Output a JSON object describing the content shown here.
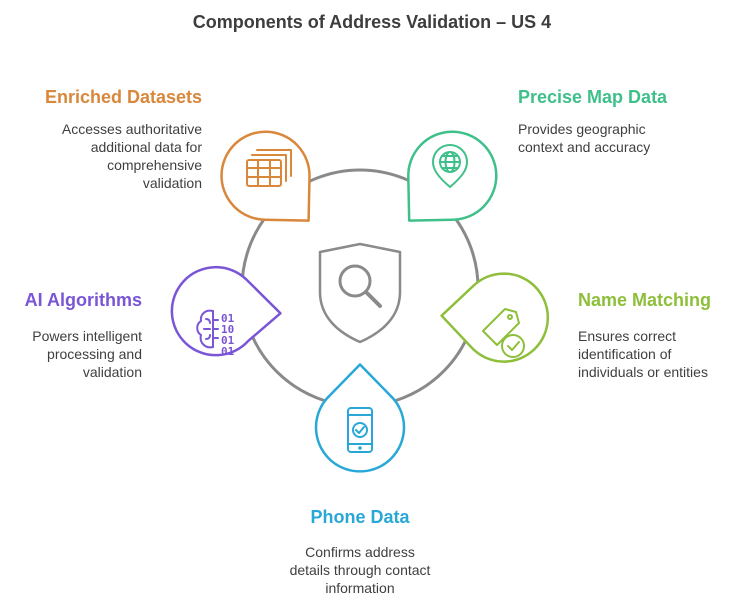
{
  "title": "Components of Address Validation – US 4",
  "components": [
    {
      "id": "enriched",
      "label": "Enriched Datasets",
      "description": [
        "Accesses authoritative",
        "additional data for",
        "comprehensive",
        "validation"
      ],
      "color": "#d9873a",
      "icon": "table-icon"
    },
    {
      "id": "map",
      "label": "Precise Map Data",
      "description": [
        "Provides geographic",
        "context and accuracy"
      ],
      "color": "#3fc08a",
      "icon": "globe-pin-icon"
    },
    {
      "id": "name",
      "label": "Name Matching",
      "description": [
        "Ensures correct",
        "identification of",
        "individuals or entities"
      ],
      "color": "#8dbf3a",
      "icon": "tag-check-icon"
    },
    {
      "id": "phone",
      "label": "Phone Data",
      "description": [
        "Confirms address",
        "details through contact",
        "information"
      ],
      "color": "#29a8d8",
      "icon": "phone-check-icon"
    },
    {
      "id": "ai",
      "label": "AI Algorithms",
      "description": [
        "Powers intelligent",
        "processing and",
        "validation"
      ],
      "color": "#7a55d6",
      "icon": "brain-binary-icon",
      "binary_rows": [
        "01",
        "10",
        "01",
        "01"
      ]
    }
  ],
  "center_icon": "shield-search-icon",
  "colors": {
    "ring": "#8a8a8a",
    "title": "#3d3d3d",
    "text": "#3f3f3f"
  }
}
